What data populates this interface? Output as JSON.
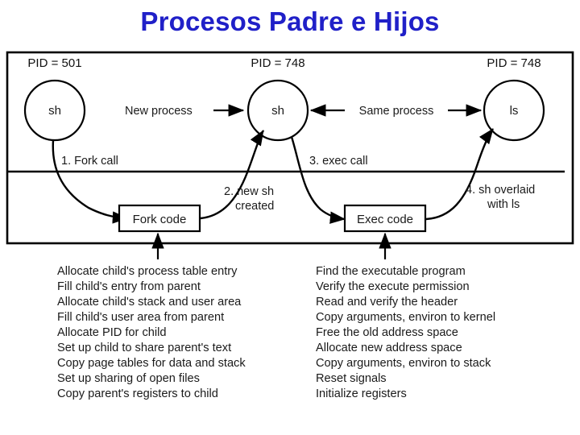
{
  "slide": {
    "title": "Procesos Padre e Hijos",
    "title_color": "#2020c8",
    "background_color": "#ffffff"
  },
  "diagram": {
    "nodes": [
      {
        "id": "parent-shell",
        "label": "sh",
        "pid_label": "PID = 501"
      },
      {
        "id": "child-shell",
        "label": "sh",
        "pid_label": "PID = 748"
      },
      {
        "id": "exec-ls",
        "label": "ls",
        "pid_label": "PID = 748"
      }
    ],
    "relations": [
      {
        "id": "new-process",
        "label": "New process"
      },
      {
        "id": "same-process",
        "label": "Same process"
      }
    ],
    "steps": [
      {
        "id": "step-1",
        "label": "1. Fork call"
      },
      {
        "id": "step-2",
        "label": "2. new sh\ncreated",
        "line1": "2. new sh",
        "line2": "created"
      },
      {
        "id": "step-3",
        "label": "3. exec call"
      },
      {
        "id": "step-4",
        "label": "4. sh overlaid\nwith ls",
        "line1": "4. sh overlaid",
        "line2": "with ls"
      }
    ],
    "boxes": [
      {
        "id": "fork-code",
        "label": "Fork code"
      },
      {
        "id": "exec-code",
        "label": "Exec code"
      }
    ]
  },
  "fork_steps": {
    "title": "Fork code steps",
    "items": [
      "Allocate child's process table entry",
      "Fill child's entry from parent",
      "Allocate child's stack and user area",
      "Fill child's user area from parent",
      "Allocate PID for child",
      "Set up child to share parent's text",
      "Copy page tables for data and stack",
      "Set up sharing of open files",
      "Copy parent's registers to child"
    ]
  },
  "exec_steps": {
    "title": "Exec code steps",
    "items": [
      "Find the executable program",
      "Verify the execute permission",
      "Read and verify the header",
      "Copy arguments, environ to kernel",
      "Free the old address space",
      "Allocate new address space",
      "Copy arguments, environ to stack",
      "Reset signals",
      "Initialize registers"
    ]
  }
}
